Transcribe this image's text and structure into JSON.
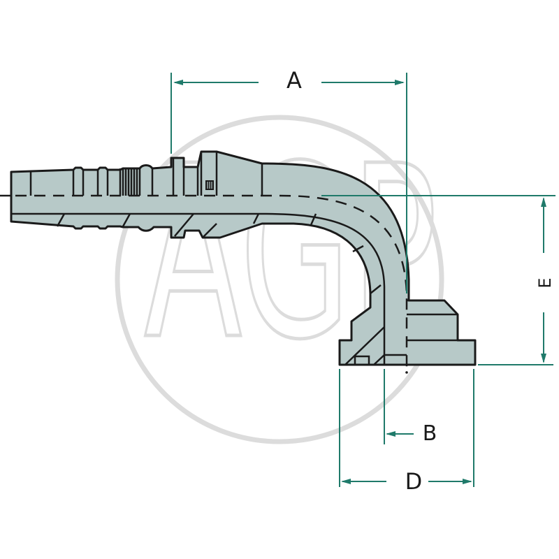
{
  "diagram": {
    "subject": "90-degree elbow hose fitting with flange (SAE flange hose fitting)",
    "watermark": {
      "text": "AGP",
      "shape": "circle"
    },
    "dimensions": {
      "A": {
        "label": "A",
        "orientation": "horizontal",
        "meaning": "from collar to flange center axis"
      },
      "B": {
        "label": "B",
        "orientation": "horizontal",
        "meaning": "flange inner offset"
      },
      "D": {
        "label": "D",
        "orientation": "horizontal",
        "meaning": "flange width"
      },
      "E": {
        "label": "E",
        "orientation": "vertical",
        "meaning": "from hose axis to flange face"
      }
    },
    "colors": {
      "part_fill": "#b7c9c8",
      "outline": "#1a1a1a",
      "dimension_lines": "#1f7a6a",
      "watermark": "#dcdcdc",
      "background": "#ffffff"
    }
  }
}
